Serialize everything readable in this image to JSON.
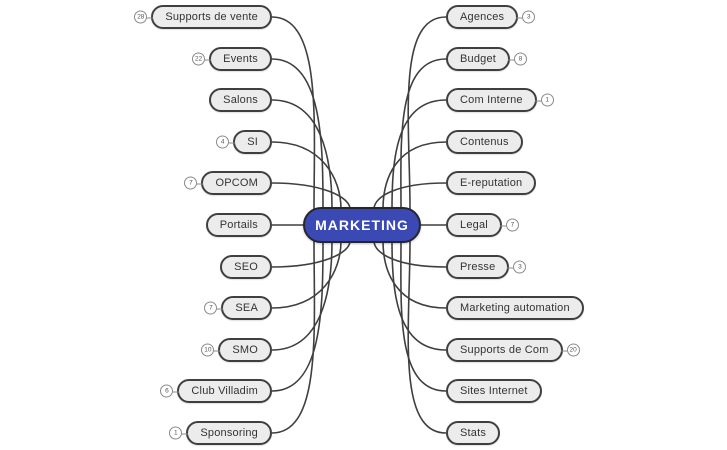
{
  "root": {
    "label": "MARKETING",
    "fill": "#3a49b4",
    "text_color": "#ffffff"
  },
  "left_nodes": [
    {
      "label": "Supports de vente",
      "badge": "28"
    },
    {
      "label": "Events",
      "badge": "22"
    },
    {
      "label": "Salons",
      "badge": null
    },
    {
      "label": "SI",
      "badge": "4"
    },
    {
      "label": "OPCOM",
      "badge": "7"
    },
    {
      "label": "Portails",
      "badge": null
    },
    {
      "label": "SEO",
      "badge": null
    },
    {
      "label": "SEA",
      "badge": "7"
    },
    {
      "label": "SMO",
      "badge": "10"
    },
    {
      "label": "Club Villadim",
      "badge": "6"
    },
    {
      "label": "Sponsoring",
      "badge": "1"
    }
  ],
  "right_nodes": [
    {
      "label": "Agences",
      "badge": "3"
    },
    {
      "label": "Budget",
      "badge": "8"
    },
    {
      "label": "Com Interne",
      "badge": "1"
    },
    {
      "label": "Contenus",
      "badge": null
    },
    {
      "label": "E-reputation",
      "badge": null
    },
    {
      "label": "Legal",
      "badge": "7"
    },
    {
      "label": "Presse",
      "badge": "3"
    },
    {
      "label": "Marketing automation",
      "badge": null
    },
    {
      "label": "Supports de Com",
      "badge": "20"
    },
    {
      "label": "Sites Internet",
      "badge": null
    },
    {
      "label": "Stats",
      "badge": null
    }
  ],
  "style": {
    "node_fill": "#ececec",
    "node_border": "#3f3f3f",
    "connector_color": "#3f3f3f",
    "badge_border": "#8a8a8a",
    "background": "#ffffff"
  }
}
